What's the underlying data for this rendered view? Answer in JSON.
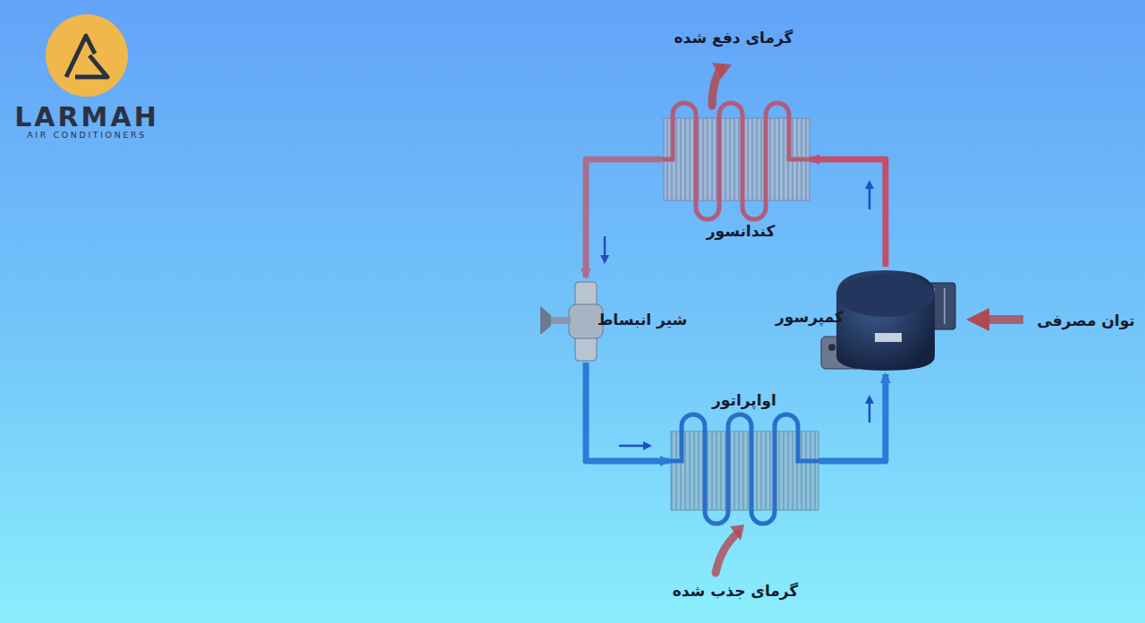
{
  "diagram": {
    "nodes": [
      {
        "text": [
          "کندانسور"
        ]
      },
      {
        "text": [
          "کمپرسور"
        ]
      },
      {
        "text": [
          "شیر انبساط"
        ]
      },
      {
        "text": [
          "اواپراتور"
        ]
      }
    ],
    "edges": [
      {
        "from": 1,
        "to": 0,
        "arrow": "to"
      },
      {
        "from": 0,
        "to": 2,
        "arrow": "to"
      },
      {
        "from": 2,
        "to": 3,
        "arrow": "to"
      },
      {
        "from": 3,
        "to": 1,
        "arrow": "to"
      }
    ],
    "labels": [
      "گرمای دفع شده",
      "توان مصرفی",
      "گرمای جذب شده",
      "LARMAH",
      "AIR CONDITIONERS"
    ]
  }
}
